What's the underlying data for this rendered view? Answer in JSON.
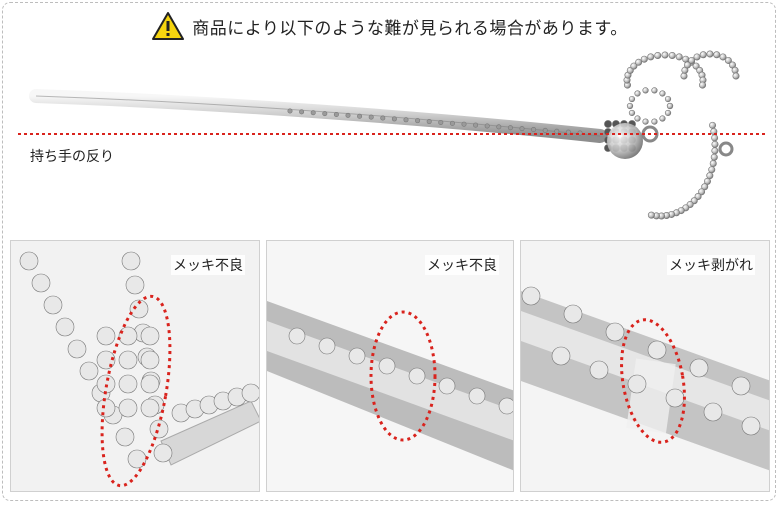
{
  "notice": {
    "text": "商品により以下のような難が見られる場合があります。",
    "icon": "warning-triangle-icon"
  },
  "hero": {
    "caption": "持ち手の反り",
    "guide_color": "#d9231d"
  },
  "panels": [
    {
      "caption": "メッキ不良"
    },
    {
      "caption": "メッキ不良"
    },
    {
      "caption": "メッキ剥がれ"
    }
  ],
  "colors": {
    "warning_fill": "#f5d40f",
    "highlight_ellipse": "#d9231d",
    "metal": "#c9c9c9"
  }
}
